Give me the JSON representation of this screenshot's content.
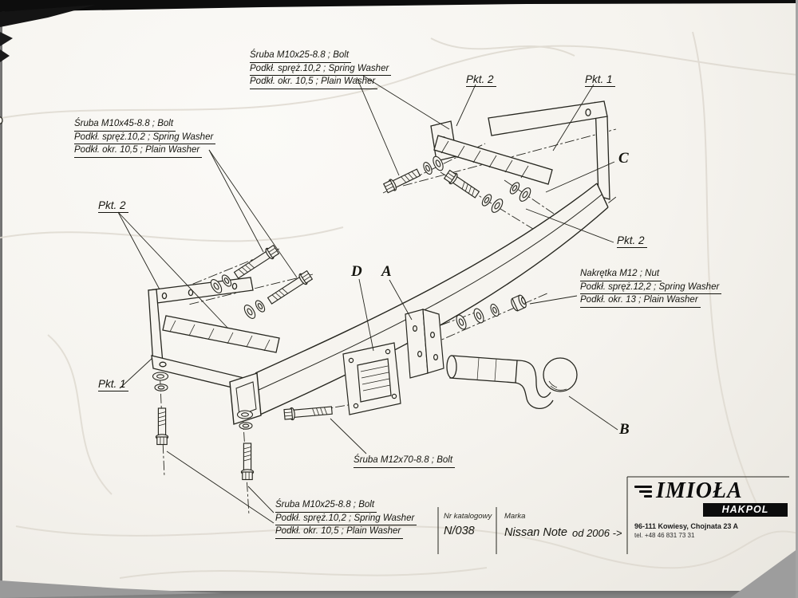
{
  "colors": {
    "ink": "#26261f",
    "paper": "#f6f4ef",
    "logo_black": "#0c0c0c"
  },
  "labels": {
    "bolt_top": {
      "lines": [
        "Śruba M10x25-8.8 ;  Bolt",
        "Podkł. spręż.10,2 ;  Spring Washer",
        "Podkł. okr. 10,5 ;  Plain Washer"
      ]
    },
    "bolt_left": {
      "lines": [
        "Śruba M10x45-8.8 ;  Bolt",
        "Podkł. spręż.10,2 ;  Spring Washer",
        "Podkł. okr. 10,5 ;  Plain Washer"
      ]
    },
    "nut_right": {
      "lines": [
        "Nakrętka  M12 ;  Nut",
        "Podkł. spręż.12,2 ;  Spring Washer",
        "Podkł. okr. 13 ;  Plain Washer"
      ]
    },
    "bolt_bottom": {
      "lines": [
        "Śruba M10x25-8.8 ;  Bolt",
        "Podkł. spręż.10,2 ;  Spring Washer",
        "Podkł. okr. 10,5 ;  Plain Washer"
      ]
    },
    "bolt_m12": "Śruba M12x70-8.8 ;  Bolt",
    "pkt2_top": "Pkt. 2",
    "pkt1_top": "Pkt. 1",
    "pkt2_left": "Pkt. 2",
    "pkt2_right": "Pkt. 2",
    "pkt1_left": "Pkt. 1",
    "point_a": "A",
    "point_b": "B",
    "point_c": "C",
    "point_d": "D"
  },
  "title_block": {
    "catalog_label": "Nr katalogowy",
    "catalog_value": "N/038",
    "brand_label": "Marka",
    "brand_value": "Nissan Note",
    "year_value": "od 2006 ->"
  },
  "logo": {
    "name": "IMIOŁA",
    "sub": "HAKPOL",
    "address": "96-111 Kowiesy, Chojnata 23 A",
    "phone": "tel. +48 46 831 73 31"
  }
}
